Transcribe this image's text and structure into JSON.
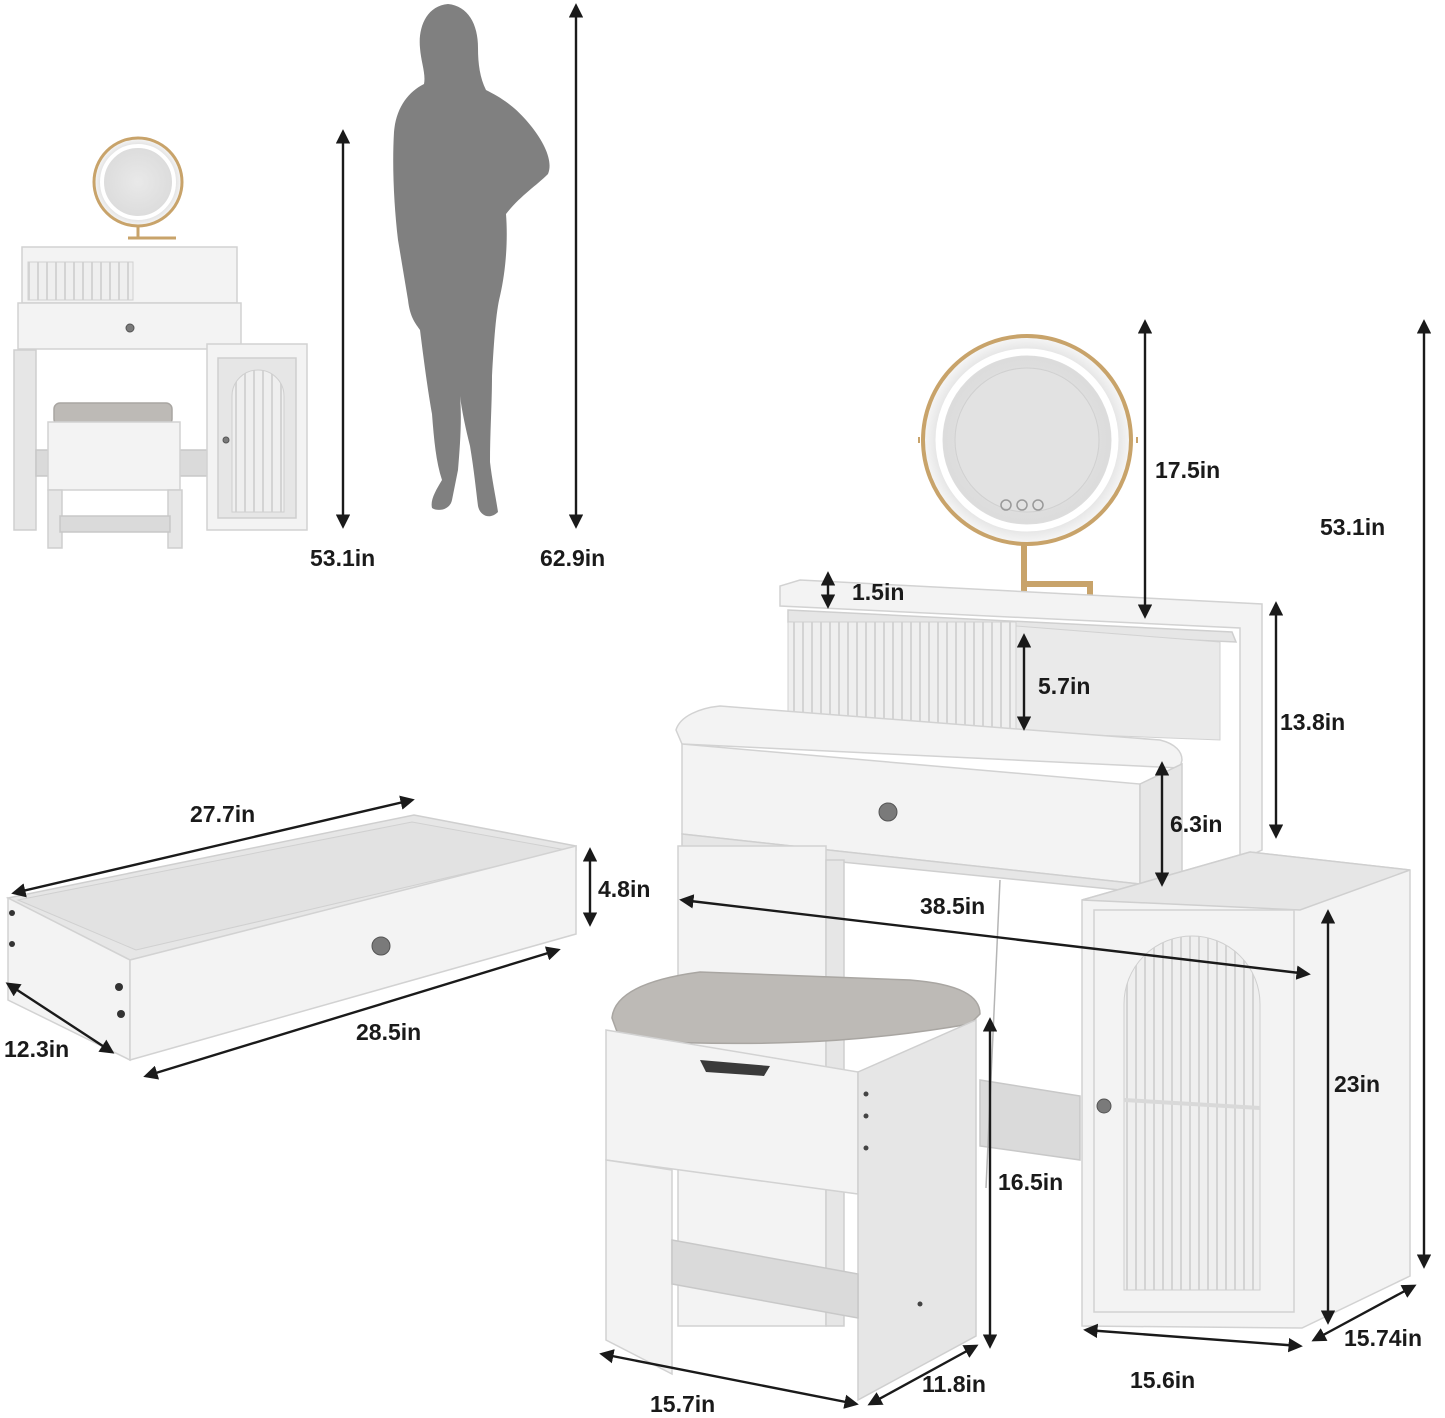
{
  "small_vanity": {
    "height_label": "53.1in"
  },
  "person": {
    "height_label": "62.9in"
  },
  "main_vanity": {
    "mirror_height": "17.5in",
    "total_height": "53.1in",
    "hutch_top": "1.5in",
    "shelf_height": "5.7in",
    "hutch_height": "13.8in",
    "drawer_height": "6.3in",
    "width": "38.5in",
    "cabinet_height": "23in",
    "cabinet_width": "15.6in",
    "cabinet_depth": "15.74in"
  },
  "drawer": {
    "inner_length": "27.7in",
    "height": "4.8in",
    "depth": "12.3in",
    "outer_length": "28.5in"
  },
  "stool": {
    "height": "16.5in",
    "width": "15.7in",
    "depth": "11.8in"
  },
  "colors": {
    "furniture": "#f3f3f3",
    "cushion": "#bdbab6",
    "silhouette": "#808080",
    "mirror_frame": "#c8a36a",
    "dimension_line": "#1a1a1a"
  }
}
